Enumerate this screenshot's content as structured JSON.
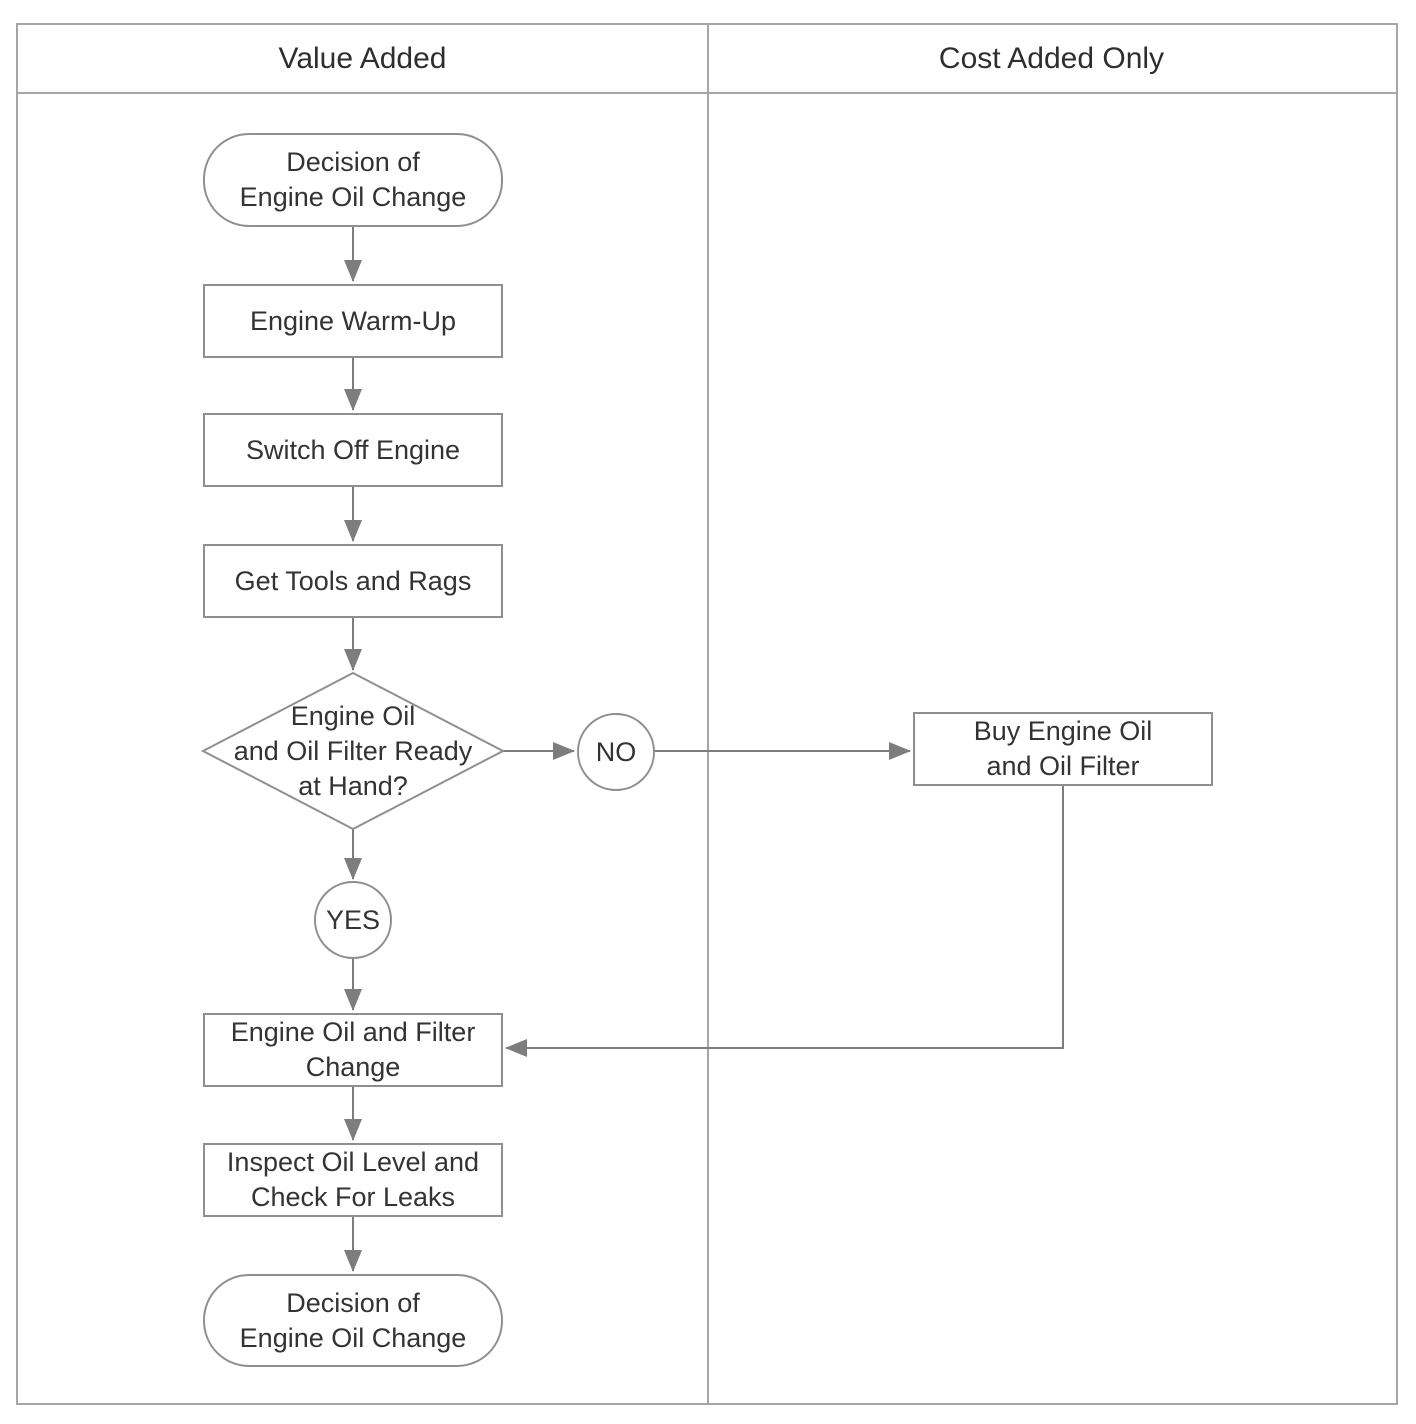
{
  "lanes": [
    {
      "label": "Value Added"
    },
    {
      "label": "Cost Added Only"
    }
  ],
  "nodes": {
    "start": {
      "type": "terminator",
      "label": "Decision of\nEngine Oil Change"
    },
    "warmup": {
      "type": "process",
      "label": "Engine Warm-Up"
    },
    "switch_off": {
      "type": "process",
      "label": "Switch Off Engine"
    },
    "get_tools": {
      "type": "process",
      "label": "Get Tools and Rags"
    },
    "decision": {
      "type": "decision",
      "label": "Engine Oil\nand Oil Filter Ready\nat Hand?"
    },
    "no": {
      "type": "connector",
      "label": "NO"
    },
    "yes": {
      "type": "connector",
      "label": "YES"
    },
    "buy": {
      "type": "process",
      "label": "Buy Engine Oil\nand Oil Filter"
    },
    "change": {
      "type": "process",
      "label": "Engine Oil and Filter\nChange"
    },
    "inspect": {
      "type": "process",
      "label": "Inspect Oil Level and\nCheck For Leaks"
    },
    "end": {
      "type": "terminator",
      "label": "Decision of\nEngine Oil Change"
    }
  },
  "colors": {
    "background": "#ffffff",
    "frame": "#a6a6a6",
    "shape_border": "#8f8f8f",
    "connector_line": "#7d7d7d",
    "text": "#333331"
  }
}
